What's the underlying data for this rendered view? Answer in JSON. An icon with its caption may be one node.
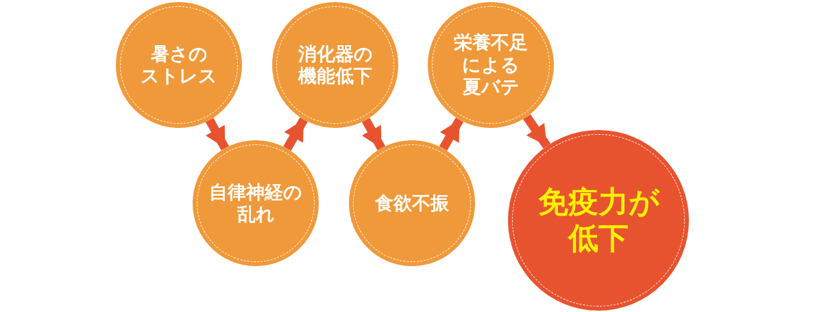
{
  "diagram": {
    "nodes": [
      {
        "text": [
          "暑さのストレス"
        ]
      },
      {
        "text": [
          "自律神経の乱れ"
        ]
      },
      {
        "text": [
          "消化器の機能低下"
        ]
      },
      {
        "text": [
          "食欲不振"
        ]
      },
      {
        "text": [
          "栄養不足による夏バテ"
        ]
      },
      {
        "text": [
          "免疫力が低下"
        ]
      }
    ],
    "edges": [
      {
        "from": 0,
        "to": 1,
        "arrow": "to"
      },
      {
        "from": 1,
        "to": 2,
        "arrow": "to"
      },
      {
        "from": 2,
        "to": 3,
        "arrow": "to"
      },
      {
        "from": 3,
        "to": 4,
        "arrow": "to"
      },
      {
        "from": 4,
        "to": 5,
        "arrow": "to"
      }
    ]
  }
}
